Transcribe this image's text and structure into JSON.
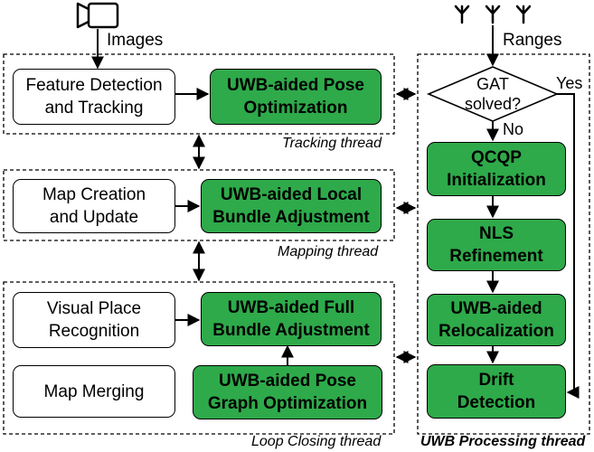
{
  "inputs": {
    "images_label": "Images",
    "ranges_label": "Ranges"
  },
  "threads": {
    "tracking": "Tracking thread",
    "mapping": "Mapping thread",
    "loop_closing": "Loop Closing thread",
    "uwb_processing": "UWB Processing thread"
  },
  "boxes": {
    "feature_detection": "Feature Detection\nand Tracking",
    "uwb_pose_optimization": "UWB-aided Pose\nOptimization",
    "map_creation": "Map Creation\nand Update",
    "uwb_local_ba": "UWB-aided Local\nBundle Adjustment",
    "visual_place_recognition": "Visual Place\nRecognition",
    "uwb_full_ba": "UWB-aided Full\nBundle Adjustment",
    "map_merging": "Map Merging",
    "uwb_pose_graph": "UWB-aided Pose\nGraph Optimization",
    "qcqp_init": "QCQP\nInitialization",
    "nls_refinement": "NLS\nRefinement",
    "uwb_relocalization": "UWB-aided\nRelocalization",
    "drift_detection": "Drift\nDetection"
  },
  "decision": {
    "question": "GAT\nsolved?",
    "yes_label": "Yes",
    "no_label": "No"
  },
  "colors": {
    "green_fill": "#2eaa4a",
    "stroke": "#000000",
    "background": "#ffffff"
  },
  "icons": {
    "camera": "video-camera-icon",
    "antennas": "antenna-icon"
  }
}
